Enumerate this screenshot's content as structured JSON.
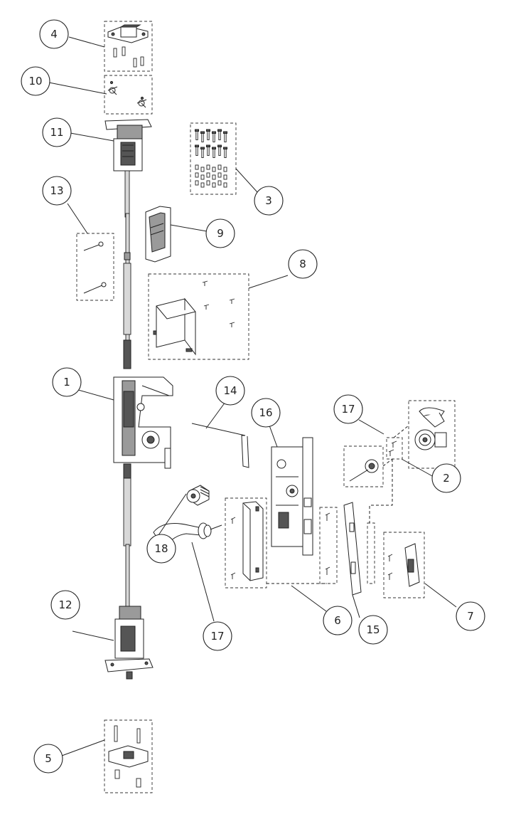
{
  "callouts": [
    {
      "id": "c1",
      "label": "1"
    },
    {
      "id": "c2",
      "label": "2"
    },
    {
      "id": "c3",
      "label": "3"
    },
    {
      "id": "c4",
      "label": "4"
    },
    {
      "id": "c5",
      "label": "5"
    },
    {
      "id": "c6",
      "label": "6"
    },
    {
      "id": "c7",
      "label": "7"
    },
    {
      "id": "c8",
      "label": "8"
    },
    {
      "id": "c9",
      "label": "9"
    },
    {
      "id": "c10",
      "label": "10"
    },
    {
      "id": "c11",
      "label": "11"
    },
    {
      "id": "c12",
      "label": "12"
    },
    {
      "id": "c13",
      "label": "13"
    },
    {
      "id": "c14",
      "label": "14"
    },
    {
      "id": "c15",
      "label": "15"
    },
    {
      "id": "c16",
      "label": "16"
    },
    {
      "id": "c17a",
      "label": "17"
    },
    {
      "id": "c17b",
      "label": "17"
    },
    {
      "id": "c18",
      "label": "18"
    }
  ]
}
